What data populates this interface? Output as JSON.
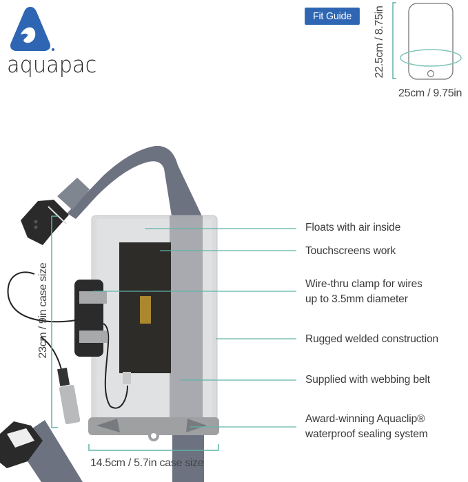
{
  "brand": {
    "name": "aquapac",
    "logo_color": "#2f66b3",
    "registered_mark": "®"
  },
  "fit_guide": {
    "button_label": "Fit Guide",
    "button_color": "#2f66b3",
    "phone_height": "22.5cm / 8.75in",
    "phone_width": "25cm / 9.75in",
    "phone_icon": "phone-outline-icon"
  },
  "product": {
    "case_height": "23cm / 9in case size",
    "case_width": "14.5cm / 5.7in case size",
    "accent_line_color": "#5fb3a8"
  },
  "callouts": [
    {
      "text": "Floats with air inside"
    },
    {
      "text": "Touchscreens work"
    },
    {
      "text": "Wire-thru clamp for wires",
      "text2": "up to 3.5mm diameter"
    },
    {
      "text": "Rugged welded construction"
    },
    {
      "text": "Supplied with webbing belt"
    },
    {
      "text": "Award-winning Aquaclip®",
      "text2": "waterproof sealing system"
    }
  ]
}
